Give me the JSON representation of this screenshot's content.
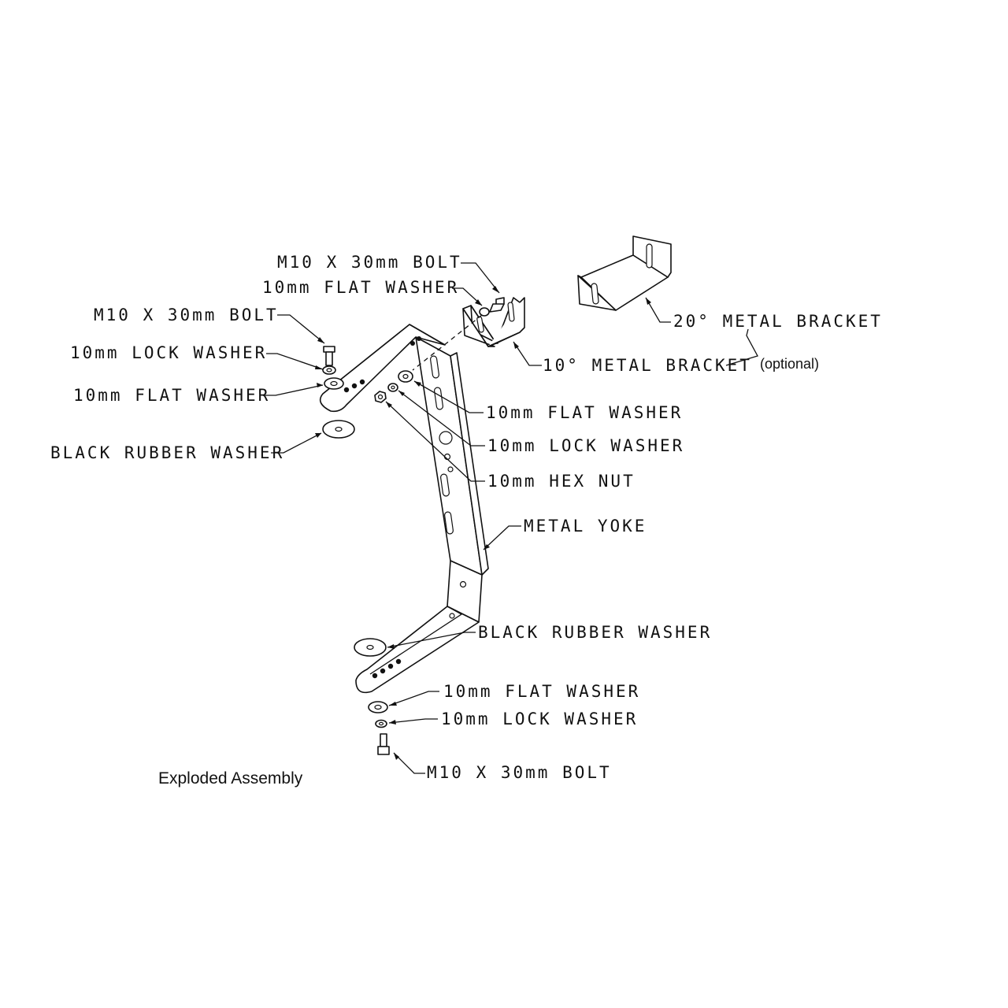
{
  "caption": "Exploded Assembly",
  "optional_note": "(optional)",
  "labels": {
    "top_bolt_right": "M10 X 30mm BOLT",
    "top_flat_washer_right": "10mm FLAT WASHER",
    "top_bolt_left": "M10 X 30mm BOLT",
    "top_lock_washer_left": "10mm LOCK WASHER",
    "top_flat_washer_left": "10mm FLAT WASHER",
    "top_rubber_washer": "BLACK RUBBER WASHER",
    "bracket_20": "20° METAL BRACKET",
    "bracket_10": "10° METAL BRACKET",
    "mid_flat_washer": "10mm FLAT WASHER",
    "mid_lock_washer": "10mm LOCK WASHER",
    "hex_nut": "10mm HEX NUT",
    "metal_yoke": "METAL YOKE",
    "bottom_rubber_washer": "BLACK RUBBER WASHER",
    "bottom_flat_washer": "10mm FLAT WASHER",
    "bottom_lock_washer": "10mm LOCK WASHER",
    "bottom_bolt": "M10 X 30mm BOLT"
  },
  "colors": {
    "ink": "#111111",
    "paper": "#ffffff"
  }
}
